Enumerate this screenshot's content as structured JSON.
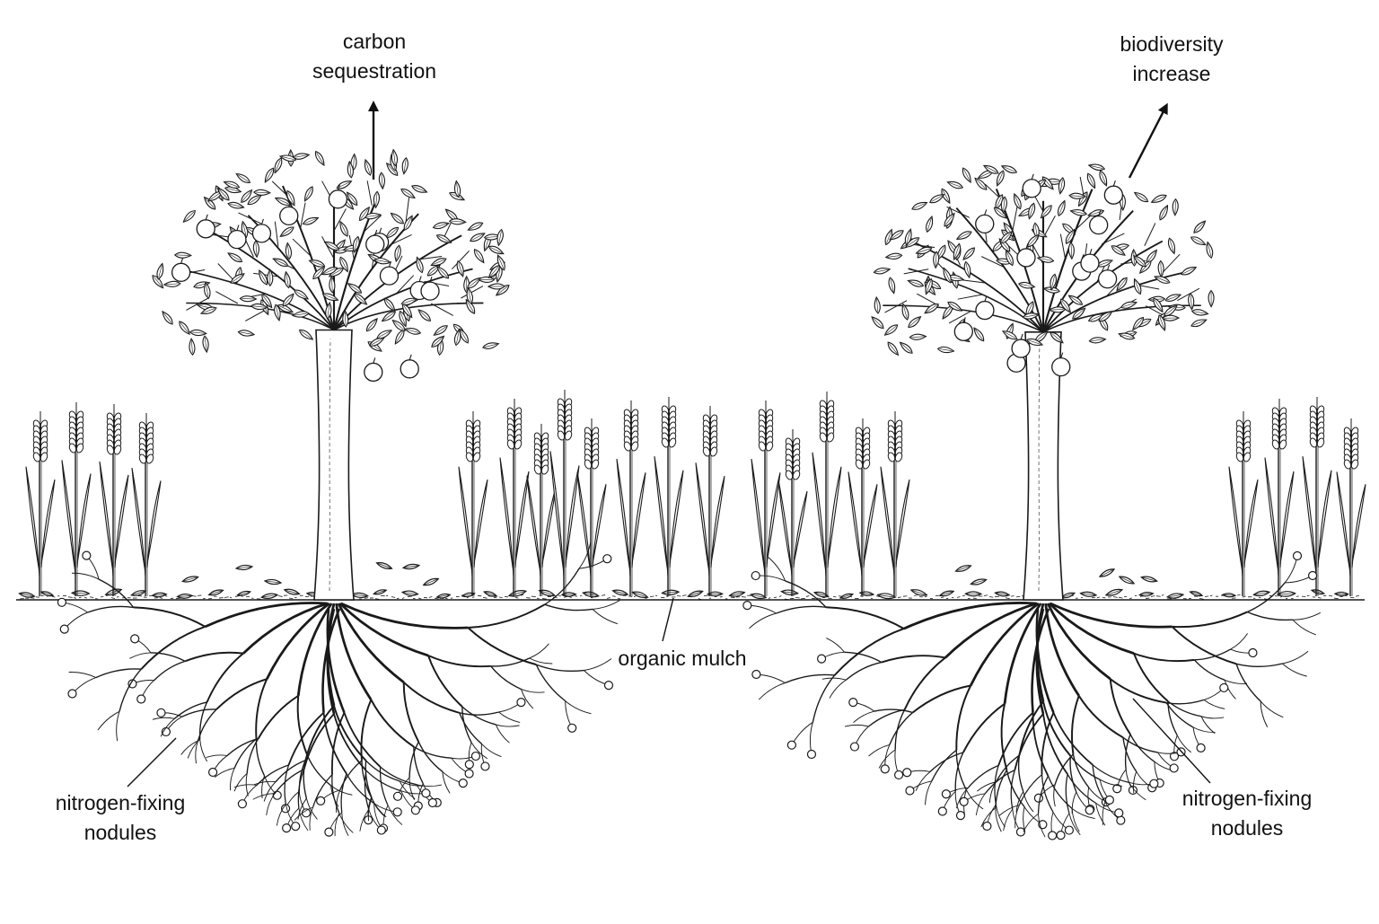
{
  "diagram": {
    "labels": {
      "carbon": [
        "carbon",
        "sequestration"
      ],
      "biodiversity": [
        "biodiversity",
        "increase"
      ],
      "mulch": "organic mulch",
      "nodules_left": [
        "nitrogen-fixing",
        "nodules"
      ],
      "nodules_right": [
        "nitrogen-fixing",
        "nodules"
      ]
    },
    "colors": {
      "ink": "#1a1a1a",
      "background": "#ffffff"
    }
  }
}
